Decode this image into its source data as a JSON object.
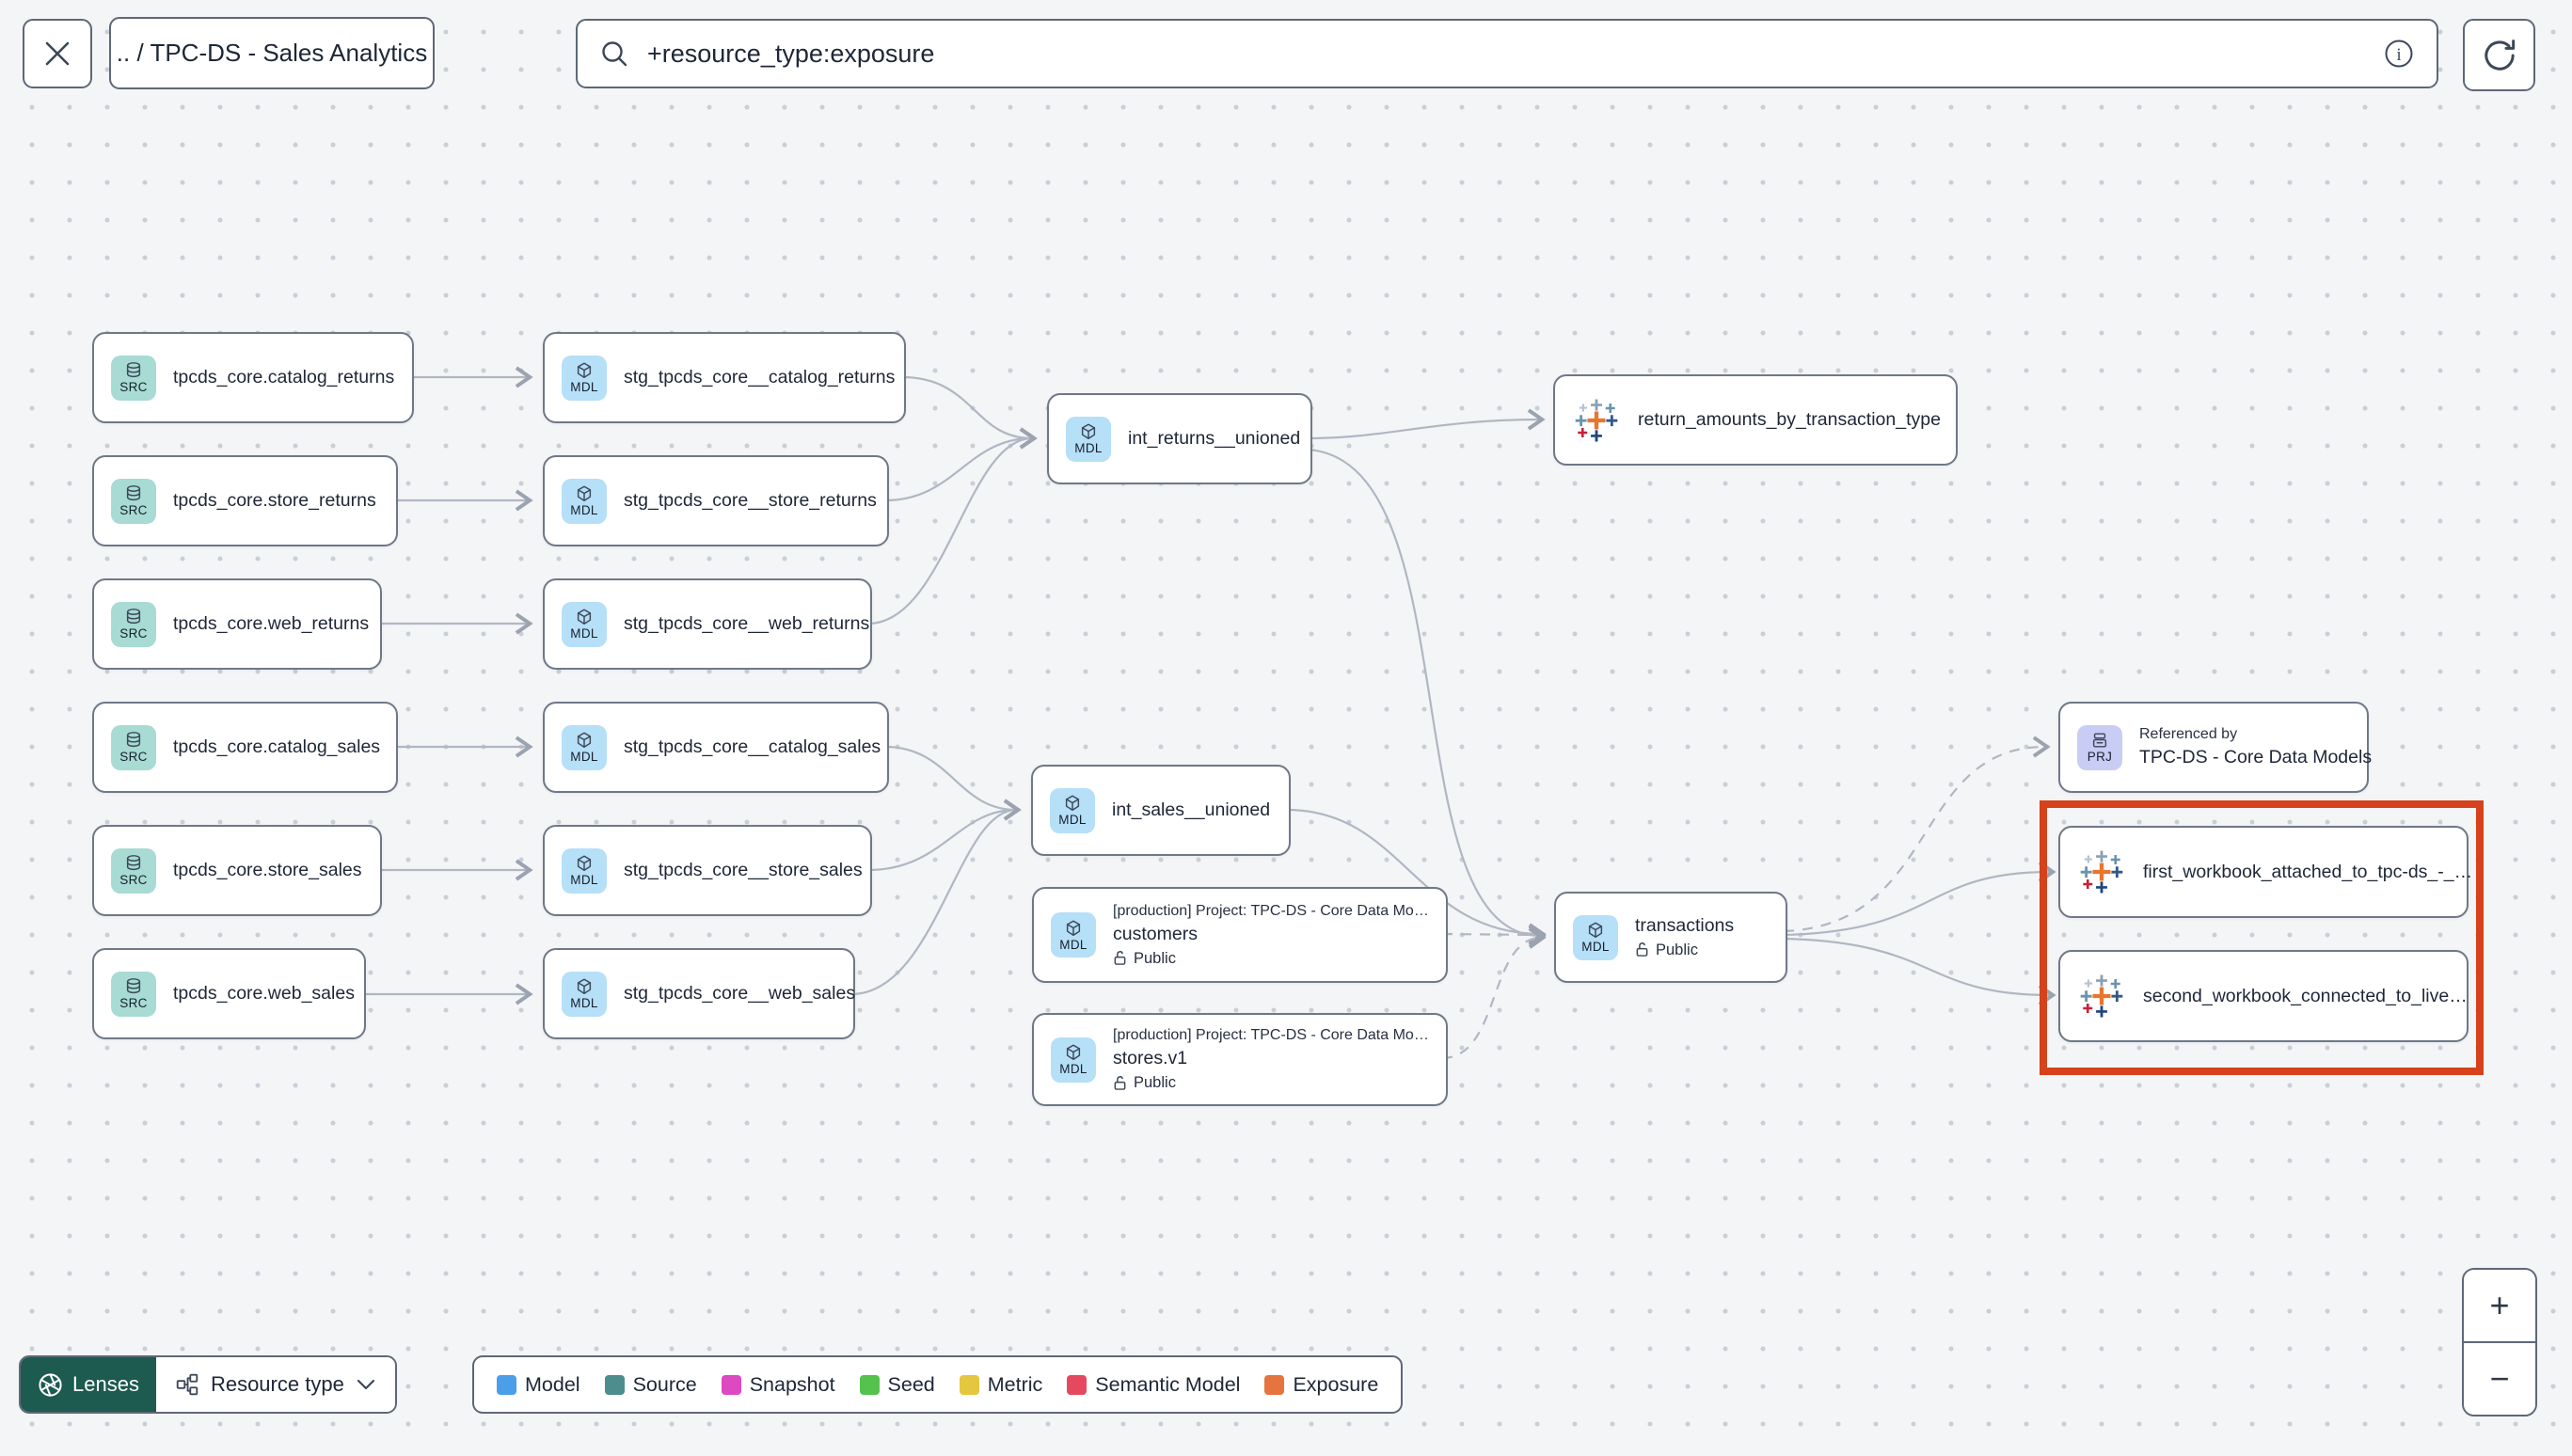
{
  "toolbar": {
    "breadcrumb": ".. / TPC-DS - Sales Analytics",
    "search_value": "+resource_type:exposure"
  },
  "nodes": {
    "sources": [
      {
        "badge": "SRC",
        "label": "tpcds_core.catalog_returns"
      },
      {
        "badge": "SRC",
        "label": "tpcds_core.store_returns"
      },
      {
        "badge": "SRC",
        "label": "tpcds_core.web_returns"
      },
      {
        "badge": "SRC",
        "label": "tpcds_core.catalog_sales"
      },
      {
        "badge": "SRC",
        "label": "tpcds_core.store_sales"
      },
      {
        "badge": "SRC",
        "label": "tpcds_core.web_sales"
      }
    ],
    "staging": [
      {
        "badge": "MDL",
        "label": "stg_tpcds_core__catalog_returns"
      },
      {
        "badge": "MDL",
        "label": "stg_tpcds_core__store_returns"
      },
      {
        "badge": "MDL",
        "label": "stg_tpcds_core__web_returns"
      },
      {
        "badge": "MDL",
        "label": "stg_tpcds_core__catalog_sales"
      },
      {
        "badge": "MDL",
        "label": "stg_tpcds_core__store_sales"
      },
      {
        "badge": "MDL",
        "label": "stg_tpcds_core__web_sales"
      }
    ],
    "intermediate": [
      {
        "badge": "MDL",
        "label": "int_returns__unioned"
      },
      {
        "badge": "MDL",
        "label": "int_sales__unioned"
      }
    ],
    "public_models": [
      {
        "badge": "MDL",
        "project": "[production] Project: TPC-DS - Core Data Mo…",
        "label": "customers",
        "visibility": "Public"
      },
      {
        "badge": "MDL",
        "project": "[production] Project: TPC-DS - Core Data Mo…",
        "label": "stores.v1",
        "visibility": "Public"
      }
    ],
    "transactions": {
      "badge": "MDL",
      "label": "transactions",
      "visibility": "Public"
    },
    "referenced_by": {
      "badge": "PRJ",
      "title": "Referenced by",
      "label": "TPC-DS - Core Data Models"
    },
    "exposures": [
      {
        "label": "return_amounts_by_transaction_type"
      },
      {
        "label": "first_workbook_attached_to_tpc-ds_-_…"
      },
      {
        "label": "second_workbook_connected_to_live…"
      }
    ]
  },
  "highlight": {
    "color": "#d5421b"
  },
  "legend": {
    "items": [
      {
        "label": "Model",
        "color": "#4a9fe8"
      },
      {
        "label": "Source",
        "color": "#4e8d8e"
      },
      {
        "label": "Snapshot",
        "color": "#dc49c1"
      },
      {
        "label": "Seed",
        "color": "#54c24c"
      },
      {
        "label": "Metric",
        "color": "#e5c63f"
      },
      {
        "label": "Semantic Model",
        "color": "#e5495f"
      },
      {
        "label": "Exposure",
        "color": "#e5743e"
      }
    ]
  },
  "footer": {
    "lenses": "Lenses",
    "lenses_bg": "#1d5a50",
    "resource_type": "Resource type"
  },
  "zoom": {
    "in": "+",
    "out": "−"
  }
}
